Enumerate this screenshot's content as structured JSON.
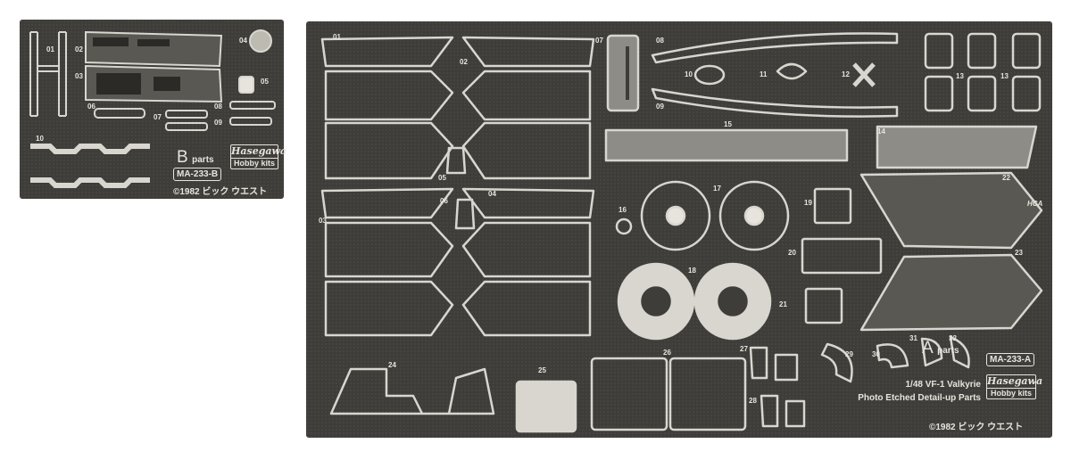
{
  "fret_b": {
    "part_numbers": [
      "01",
      "02",
      "03",
      "04",
      "05",
      "06",
      "07",
      "08",
      "09",
      "10"
    ],
    "parts_letter": "B",
    "parts_word": "parts",
    "code": "MA-233-B",
    "logo_brand": "Hasegawa",
    "logo_sub": "Hobby kits",
    "copyright": "©1982 ビック ウエスト"
  },
  "fret_a": {
    "part_numbers": [
      "01",
      "02",
      "03",
      "04",
      "05",
      "06",
      "07",
      "08",
      "09",
      "10",
      "11",
      "12",
      "13",
      "13",
      "14",
      "15",
      "16",
      "17",
      "18",
      "19",
      "20",
      "21",
      "22",
      "23",
      "24",
      "25",
      "26",
      "27",
      "28",
      "29",
      "30",
      "31",
      "32"
    ],
    "maker_mark": "HCA",
    "parts_letter": "A",
    "parts_word": "parts",
    "code": "MA-233-A",
    "title_line1": "1/48 VF-1 Valkyrie",
    "title_line2": "Photo Etched Detail-up Parts",
    "logo_brand": "Hasegawa",
    "logo_sub": "Hobby kits",
    "copyright": "©1982 ビック ウエスト"
  },
  "colors": {
    "fret_background": "#3f3d39",
    "etched_metal": "#d8d6cf",
    "label_text": "#e6e4dc"
  }
}
